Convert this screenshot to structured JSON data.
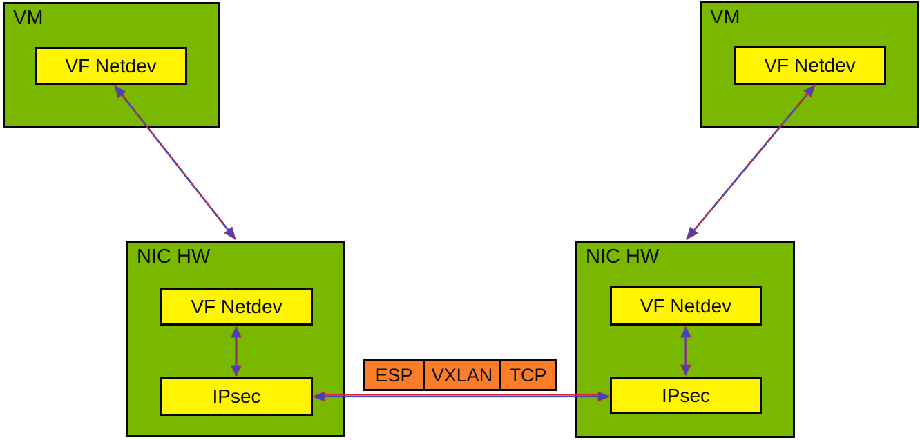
{
  "colors": {
    "background": "#ffffff",
    "box_green": "#7ab800",
    "box_yellow": "#fff500",
    "box_orange": "#fb7d27",
    "box_border": "#050505",
    "arrow_blue": "#3a46c2",
    "arrow_red": "#d9252b"
  },
  "vm_left": {
    "title": "VM",
    "vf_netdev_label": "VF Netdev"
  },
  "vm_right": {
    "title": "VM",
    "vf_netdev_label": "VF Netdev"
  },
  "nic_left": {
    "title": "NIC HW",
    "vf_netdev_label": "VF Netdev",
    "ipsec_label": "IPsec"
  },
  "nic_right": {
    "title": "NIC HW",
    "vf_netdev_label": "VF Netdev",
    "ipsec_label": "IPsec"
  },
  "packet": {
    "esp": "ESP",
    "vxlan": "VXLAN",
    "tcp": "TCP"
  },
  "connections": [
    {
      "from": "vm-left.vf-netdev",
      "to": "nic-left",
      "type": "double-arrow"
    },
    {
      "from": "vm-right.vf-netdev",
      "to": "nic-right",
      "type": "double-arrow"
    },
    {
      "from": "nic-left.vf-netdev",
      "to": "nic-left.ipsec",
      "type": "double-arrow"
    },
    {
      "from": "nic-right.vf-netdev",
      "to": "nic-right.ipsec",
      "type": "double-arrow"
    },
    {
      "from": "nic-left.ipsec",
      "to": "nic-right.ipsec",
      "type": "double-arrow"
    }
  ]
}
